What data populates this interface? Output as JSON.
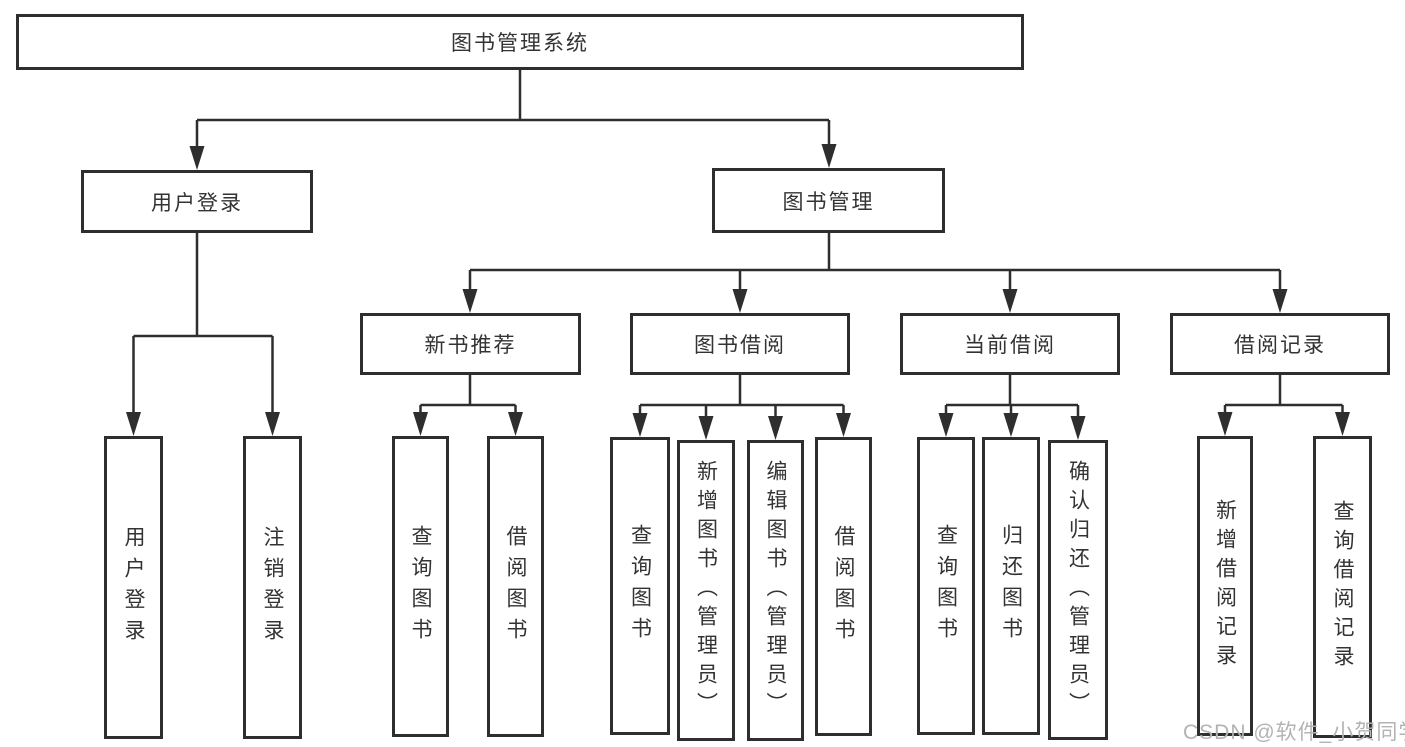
{
  "diagram": {
    "title_node": {
      "label": "图书管理系统"
    },
    "level2": {
      "user_login": {
        "label": "用户登录"
      },
      "book_mgmt": {
        "label": "图书管理"
      }
    },
    "level3": {
      "new_book_rec": {
        "label": "新书推荐"
      },
      "book_borrow": {
        "label": "图书借阅"
      },
      "current_borrow": {
        "label": "当前借阅"
      },
      "borrow_records": {
        "label": "借阅记录"
      }
    },
    "leaves": {
      "user_login_leaf": {
        "label": "用户登录"
      },
      "logout_leaf": {
        "label": "注销登录"
      },
      "rec_query_books": {
        "label": "查询图书"
      },
      "rec_borrow_books": {
        "label": "借阅图书"
      },
      "bb_query_books": {
        "label": "查询图书"
      },
      "bb_add_books": {
        "label": "新增图书（管理员）"
      },
      "bb_edit_books": {
        "label": "编辑图书（管理员）"
      },
      "bb_borrow_books": {
        "label": "借阅图书"
      },
      "cb_query_books": {
        "label": "查询图书"
      },
      "cb_return_books": {
        "label": "归还图书"
      },
      "cb_confirm_return": {
        "label": "确认归还（管理员）"
      },
      "br_add_record": {
        "label": "新增借阅记录"
      },
      "br_query_record": {
        "label": "查询借阅记录"
      }
    }
  },
  "watermark": {
    "text": "CSDN @软件_小贺同学"
  },
  "colors": {
    "line": "#2e2e2e",
    "text": "#333333",
    "watermark": "#b3b3b3",
    "background": "#ffffff"
  }
}
